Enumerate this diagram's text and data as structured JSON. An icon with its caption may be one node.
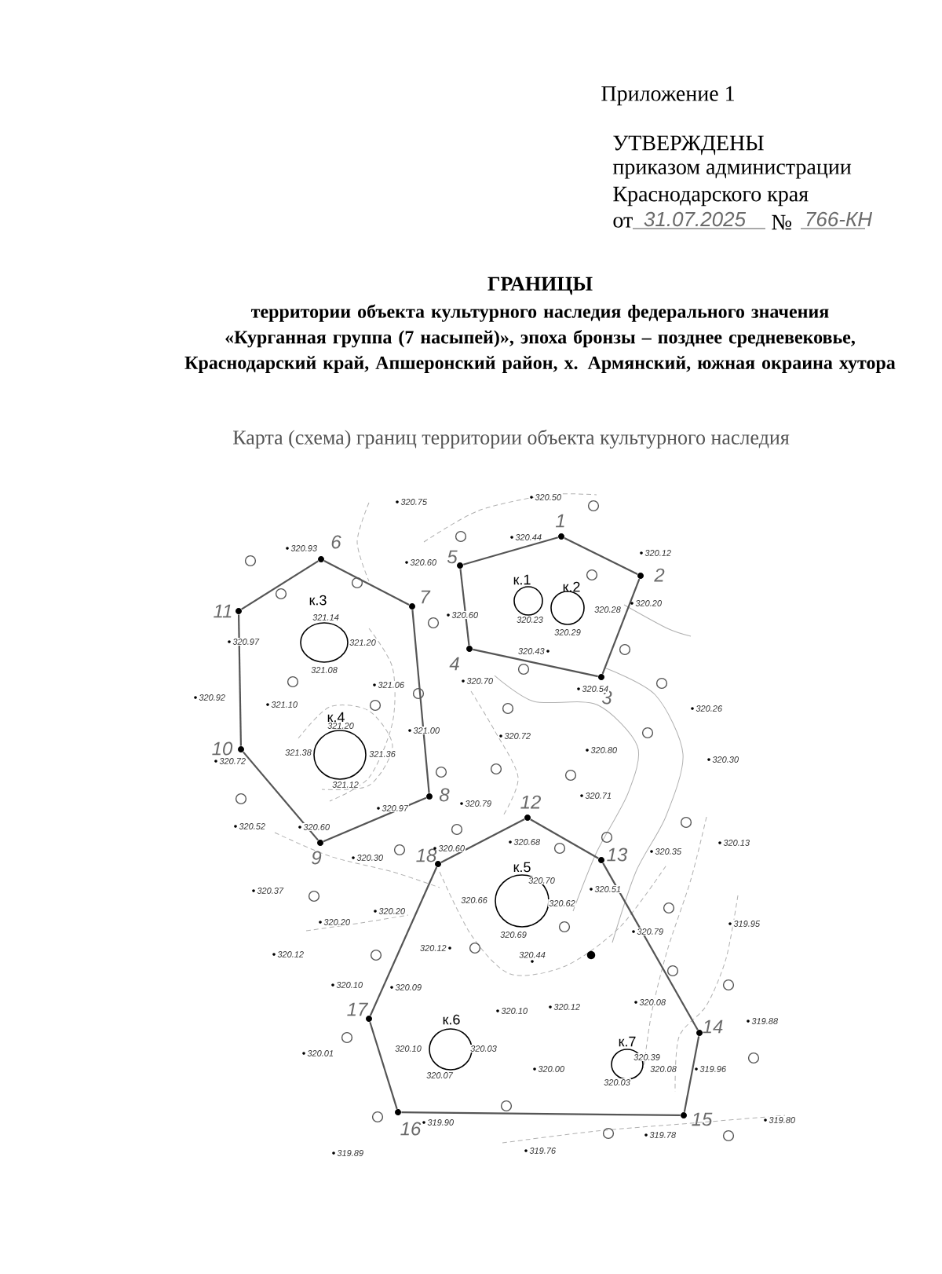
{
  "diagram": {
    "title": "ГРАНИЦЫ",
    "nodes": [
      {
        "text": [
          "1"
        ]
      },
      {
        "text": [
          "2"
        ]
      },
      {
        "text": [
          "3"
        ]
      },
      {
        "text": [
          "4"
        ]
      },
      {
        "text": [
          "5"
        ]
      },
      {
        "text": [
          "6"
        ]
      },
      {
        "text": [
          "7"
        ]
      },
      {
        "text": [
          "8"
        ]
      },
      {
        "text": [
          "9"
        ]
      },
      {
        "text": [
          "10"
        ]
      },
      {
        "text": [
          "11"
        ]
      },
      {
        "text": [
          "12"
        ]
      },
      {
        "text": [
          "13"
        ]
      },
      {
        "text": [
          "14"
        ]
      },
      {
        "text": [
          "15"
        ]
      },
      {
        "text": [
          "16"
        ]
      },
      {
        "text": [
          "17"
        ]
      },
      {
        "text": [
          "18"
        ]
      },
      {
        "text": [
          "к.1"
        ]
      },
      {
        "text": [
          "к.2"
        ]
      },
      {
        "text": [
          "к.3"
        ]
      },
      {
        "text": [
          "к.4"
        ]
      },
      {
        "text": [
          "к.5"
        ]
      },
      {
        "text": [
          "к.6"
        ]
      },
      {
        "text": [
          "к.7"
        ]
      }
    ],
    "edges": [
      {
        "from": 0,
        "to": 1,
        "arrow": "none"
      },
      {
        "from": 1,
        "to": 2,
        "arrow": "none"
      },
      {
        "from": 2,
        "to": 3,
        "arrow": "none"
      },
      {
        "from": 3,
        "to": 4,
        "arrow": "none"
      },
      {
        "from": 4,
        "to": 0,
        "arrow": "none"
      },
      {
        "from": 5,
        "to": 6,
        "arrow": "none"
      },
      {
        "from": 6,
        "to": 7,
        "arrow": "none"
      },
      {
        "from": 7,
        "to": 8,
        "arrow": "none"
      },
      {
        "from": 8,
        "to": 9,
        "arrow": "none"
      },
      {
        "from": 9,
        "to": 10,
        "arrow": "none"
      },
      {
        "from": 10,
        "to": 5,
        "arrow": "none"
      },
      {
        "from": 11,
        "to": 12,
        "arrow": "none"
      },
      {
        "from": 12,
        "to": 13,
        "arrow": "none"
      },
      {
        "from": 13,
        "to": 14,
        "arrow": "none"
      },
      {
        "from": 14,
        "to": 15,
        "arrow": "none"
      },
      {
        "from": 15,
        "to": 16,
        "arrow": "none"
      },
      {
        "from": 16,
        "to": 17,
        "arrow": "none"
      },
      {
        "from": 17,
        "to": 11,
        "arrow": "none"
      }
    ],
    "labels": [
      "Приложение 1",
      "УТВЕРЖДЕНЫ",
      "приказом администрации",
      "Краснодарского края",
      "от",
      "31.07.2025",
      "№",
      "766-КН",
      "территории объекта культурного наследия федерального значения «Курганная группа (7 насыпей)», эпоха бронзы – позднее средневековье, Краснодарский край, Апшеронский район, х. Армянский, южная окраина хутора",
      "Карта (схема) границ территории объекта культурного наследия",
      "320.75",
      "320.50",
      "320.44",
      "320.93",
      "320.60",
      "320.12",
      "320.20",
      "320.60",
      "320.97",
      "320.43",
      "320.70",
      "320.54",
      "321.06",
      "320.92",
      "321.10",
      "320.26",
      "321.00",
      "320.72",
      "320.80",
      "320.30",
      "320.72",
      "320.71",
      "320.79",
      "320.97",
      "320.52",
      "320.60",
      "320.68",
      "320.13",
      "320.60",
      "320.35",
      "320.30",
      "320.51",
      "320.37",
      "320.20",
      "320.20",
      "319.95",
      "320.79",
      "320.12",
      "320.12",
      "320.44",
      "320.10",
      "320.09",
      "320.08",
      "320.12",
      "320.10",
      "319.88",
      "320.01",
      "320.00",
      "319.96",
      "319.80",
      "319.90",
      "319.78",
      "319.76",
      "319.89",
      "321.14",
      "321.08",
      "321.20",
      "321.20",
      "321.36",
      "321.38",
      "321.12",
      "320.23",
      "320.29",
      "320.28",
      "320.70",
      "320.62",
      "320.69",
      "320.66",
      "320.03",
      "320.07",
      "320.10",
      "320.39",
      "320.08",
      "320.03"
    ]
  }
}
